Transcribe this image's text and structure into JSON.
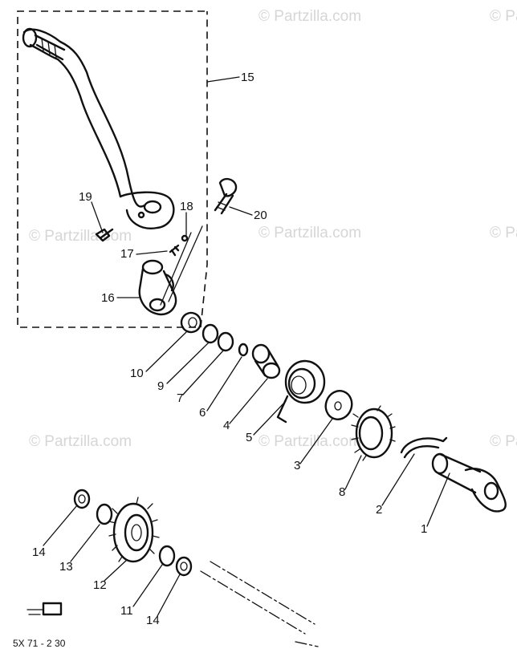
{
  "watermark": "© Partzilla.com",
  "drawing_code": "5X 71 - 2 30",
  "parts": {
    "p1": "1",
    "p2": "2",
    "p3": "3",
    "p4": "4",
    "p5": "5",
    "p6": "6",
    "p7": "7",
    "p8": "8",
    "p9": "9",
    "p10": "10",
    "p11": "11",
    "p12": "12",
    "p13": "13",
    "p14a": "14",
    "p14b": "14",
    "p15": "15",
    "p16": "16",
    "p17": "17",
    "p18": "18",
    "p19": "19",
    "p20": "20"
  }
}
